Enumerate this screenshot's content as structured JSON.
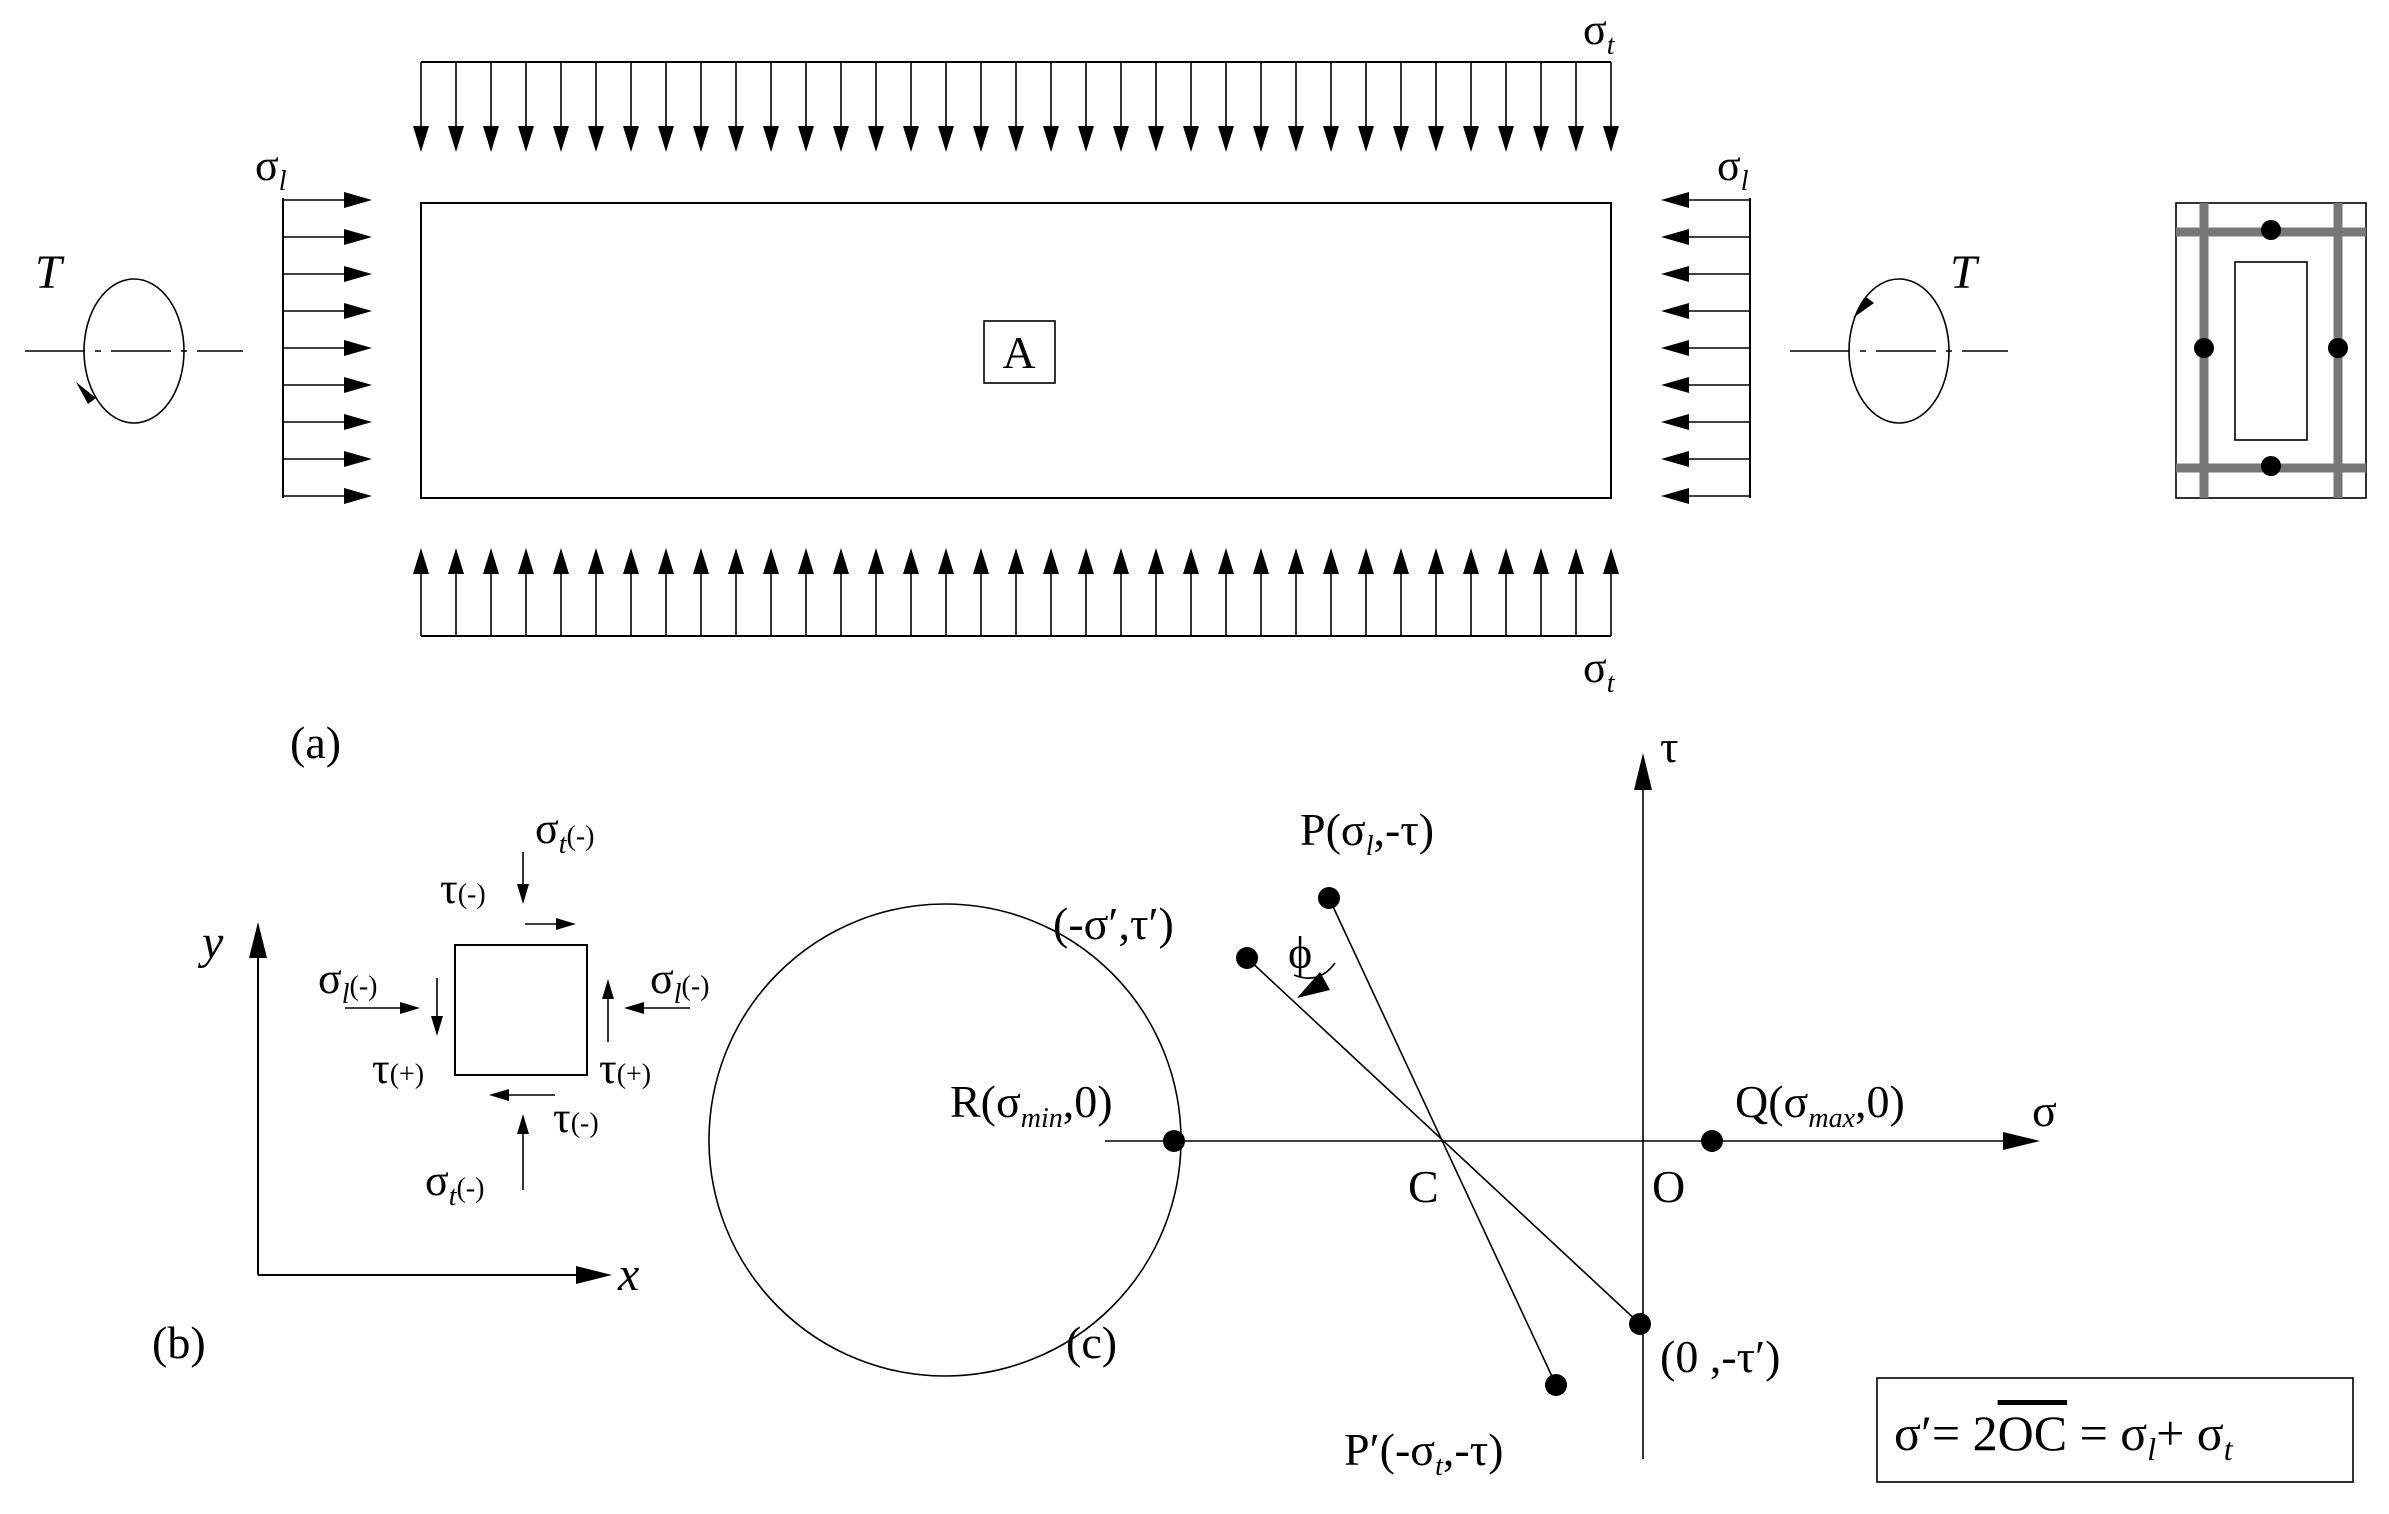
{
  "panel_a": {
    "caption": "(a)",
    "block_label": "A",
    "sigma_t_top": {
      "sym": "σ",
      "sub": "t"
    },
    "sigma_t_bottom": {
      "sym": "σ",
      "sub": "t"
    },
    "sigma_l_left": {
      "sym": "σ",
      "sub": "l"
    },
    "sigma_l_right": {
      "sym": "σ",
      "sub": "l"
    },
    "torque_left": "T",
    "torque_right": "T"
  },
  "panel_b": {
    "caption": "(b)",
    "axis_x": "x",
    "axis_y": "y",
    "sigma_t_top": {
      "sym": "σ",
      "sub": "t",
      "sign": "(-)"
    },
    "sigma_t_bottom": {
      "sym": "σ",
      "sub": "t",
      "sign": "(-)"
    },
    "sigma_l_left": {
      "sym": "σ",
      "sub": "l",
      "sign": "(-)"
    },
    "sigma_l_right": {
      "sym": "σ",
      "sub": "l",
      "sign": "(-)"
    },
    "tau_top": {
      "sym": "τ",
      "sign": "(-)"
    },
    "tau_bottom": {
      "sym": "τ",
      "sign": "(-)"
    },
    "tau_left": {
      "sym": "τ",
      "sign": "(+)"
    },
    "tau_right": {
      "sym": "τ",
      "sign": "(+)"
    }
  },
  "panel_c": {
    "caption": "(c)",
    "axis_sigma": "σ",
    "axis_tau": "τ",
    "center_label": "C",
    "origin_label": "O",
    "phi_label": "ϕ",
    "point_P": {
      "pre": "P(σ",
      "sub": "l",
      "post": ",-τ)"
    },
    "point_P_prime": {
      "pre": "P′(-σ",
      "sub": "t",
      "post": ",-τ)"
    },
    "point_Q": {
      "pre": "Q(σ",
      "sub": "max",
      "post": ",0)"
    },
    "point_R": {
      "pre": "R(σ",
      "sub": "min",
      "post": ",0)"
    },
    "point_neg_sigma": "(-σ′,τ′)",
    "point_zero_tau": "(0 ,-τ′)",
    "formula": {
      "p1": "σ′= 2",
      "overline": "OC",
      "p2": " = σ",
      "sub1": "l",
      "p3": "+ σ",
      "sub2": "t"
    }
  }
}
